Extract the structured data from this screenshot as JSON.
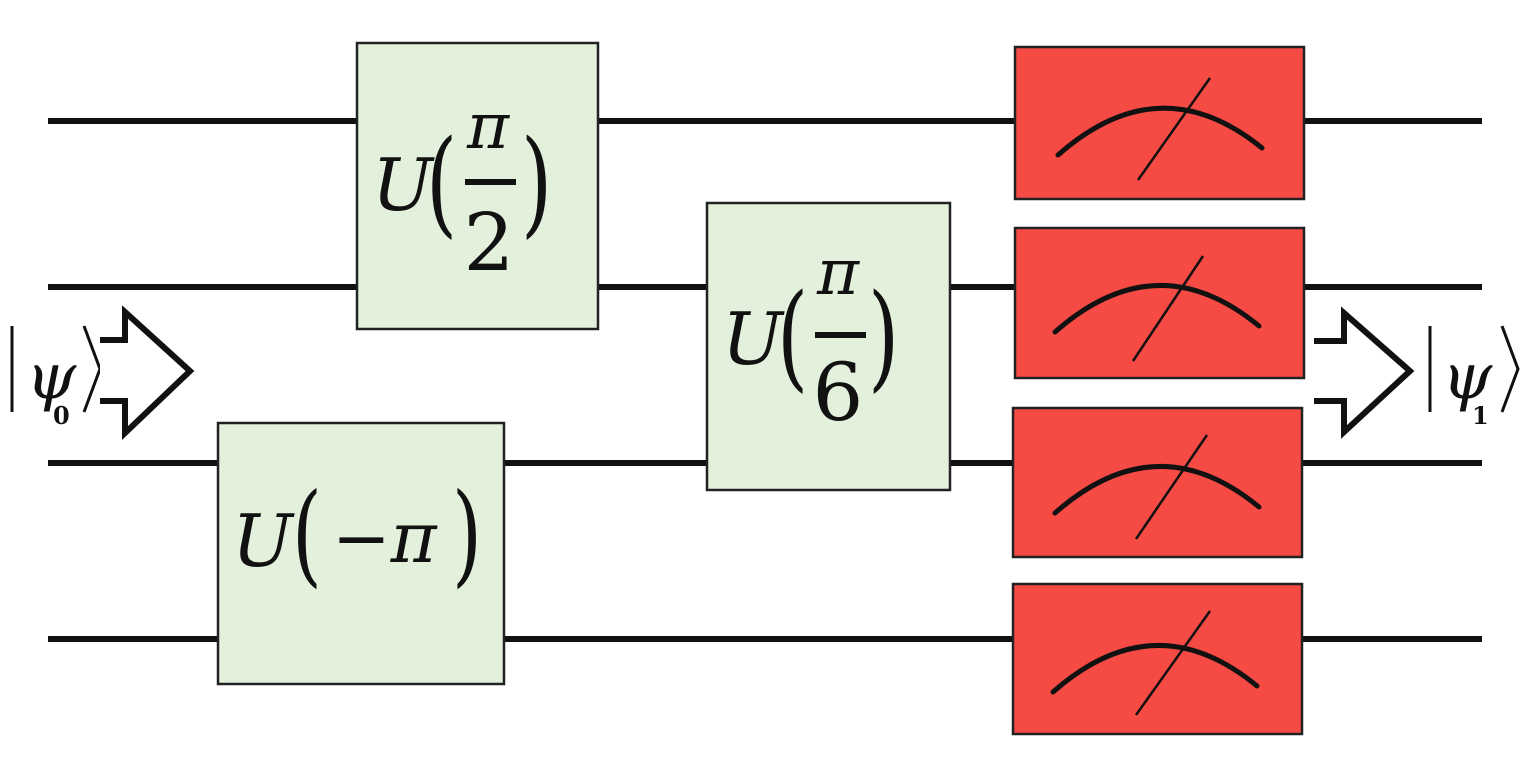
{
  "gates": {
    "g1": {
      "symbol": "U",
      "open_paren": "(",
      "numerator": "π",
      "denominator": "2",
      "close_paren": ")"
    },
    "g2": {
      "symbol": "U",
      "open_paren": "(",
      "numerator": "π",
      "denominator": "6",
      "close_paren": ")"
    },
    "g3": {
      "symbol": "U",
      "open_paren": "(",
      "argument": "−π",
      "close_paren": ")"
    }
  },
  "input_state": {
    "symbol": "ψ",
    "subscript": "0"
  },
  "output_state": {
    "symbol": "ψ",
    "subscript": "1"
  },
  "measurements": [
    {
      "icon": "meter-icon"
    },
    {
      "icon": "meter-icon"
    },
    {
      "icon": "meter-icon"
    },
    {
      "icon": "meter-icon"
    }
  ],
  "colors": {
    "gate_fill": "#e3f0dc",
    "measurement_fill": "#f64a44",
    "wire": "#111111"
  }
}
